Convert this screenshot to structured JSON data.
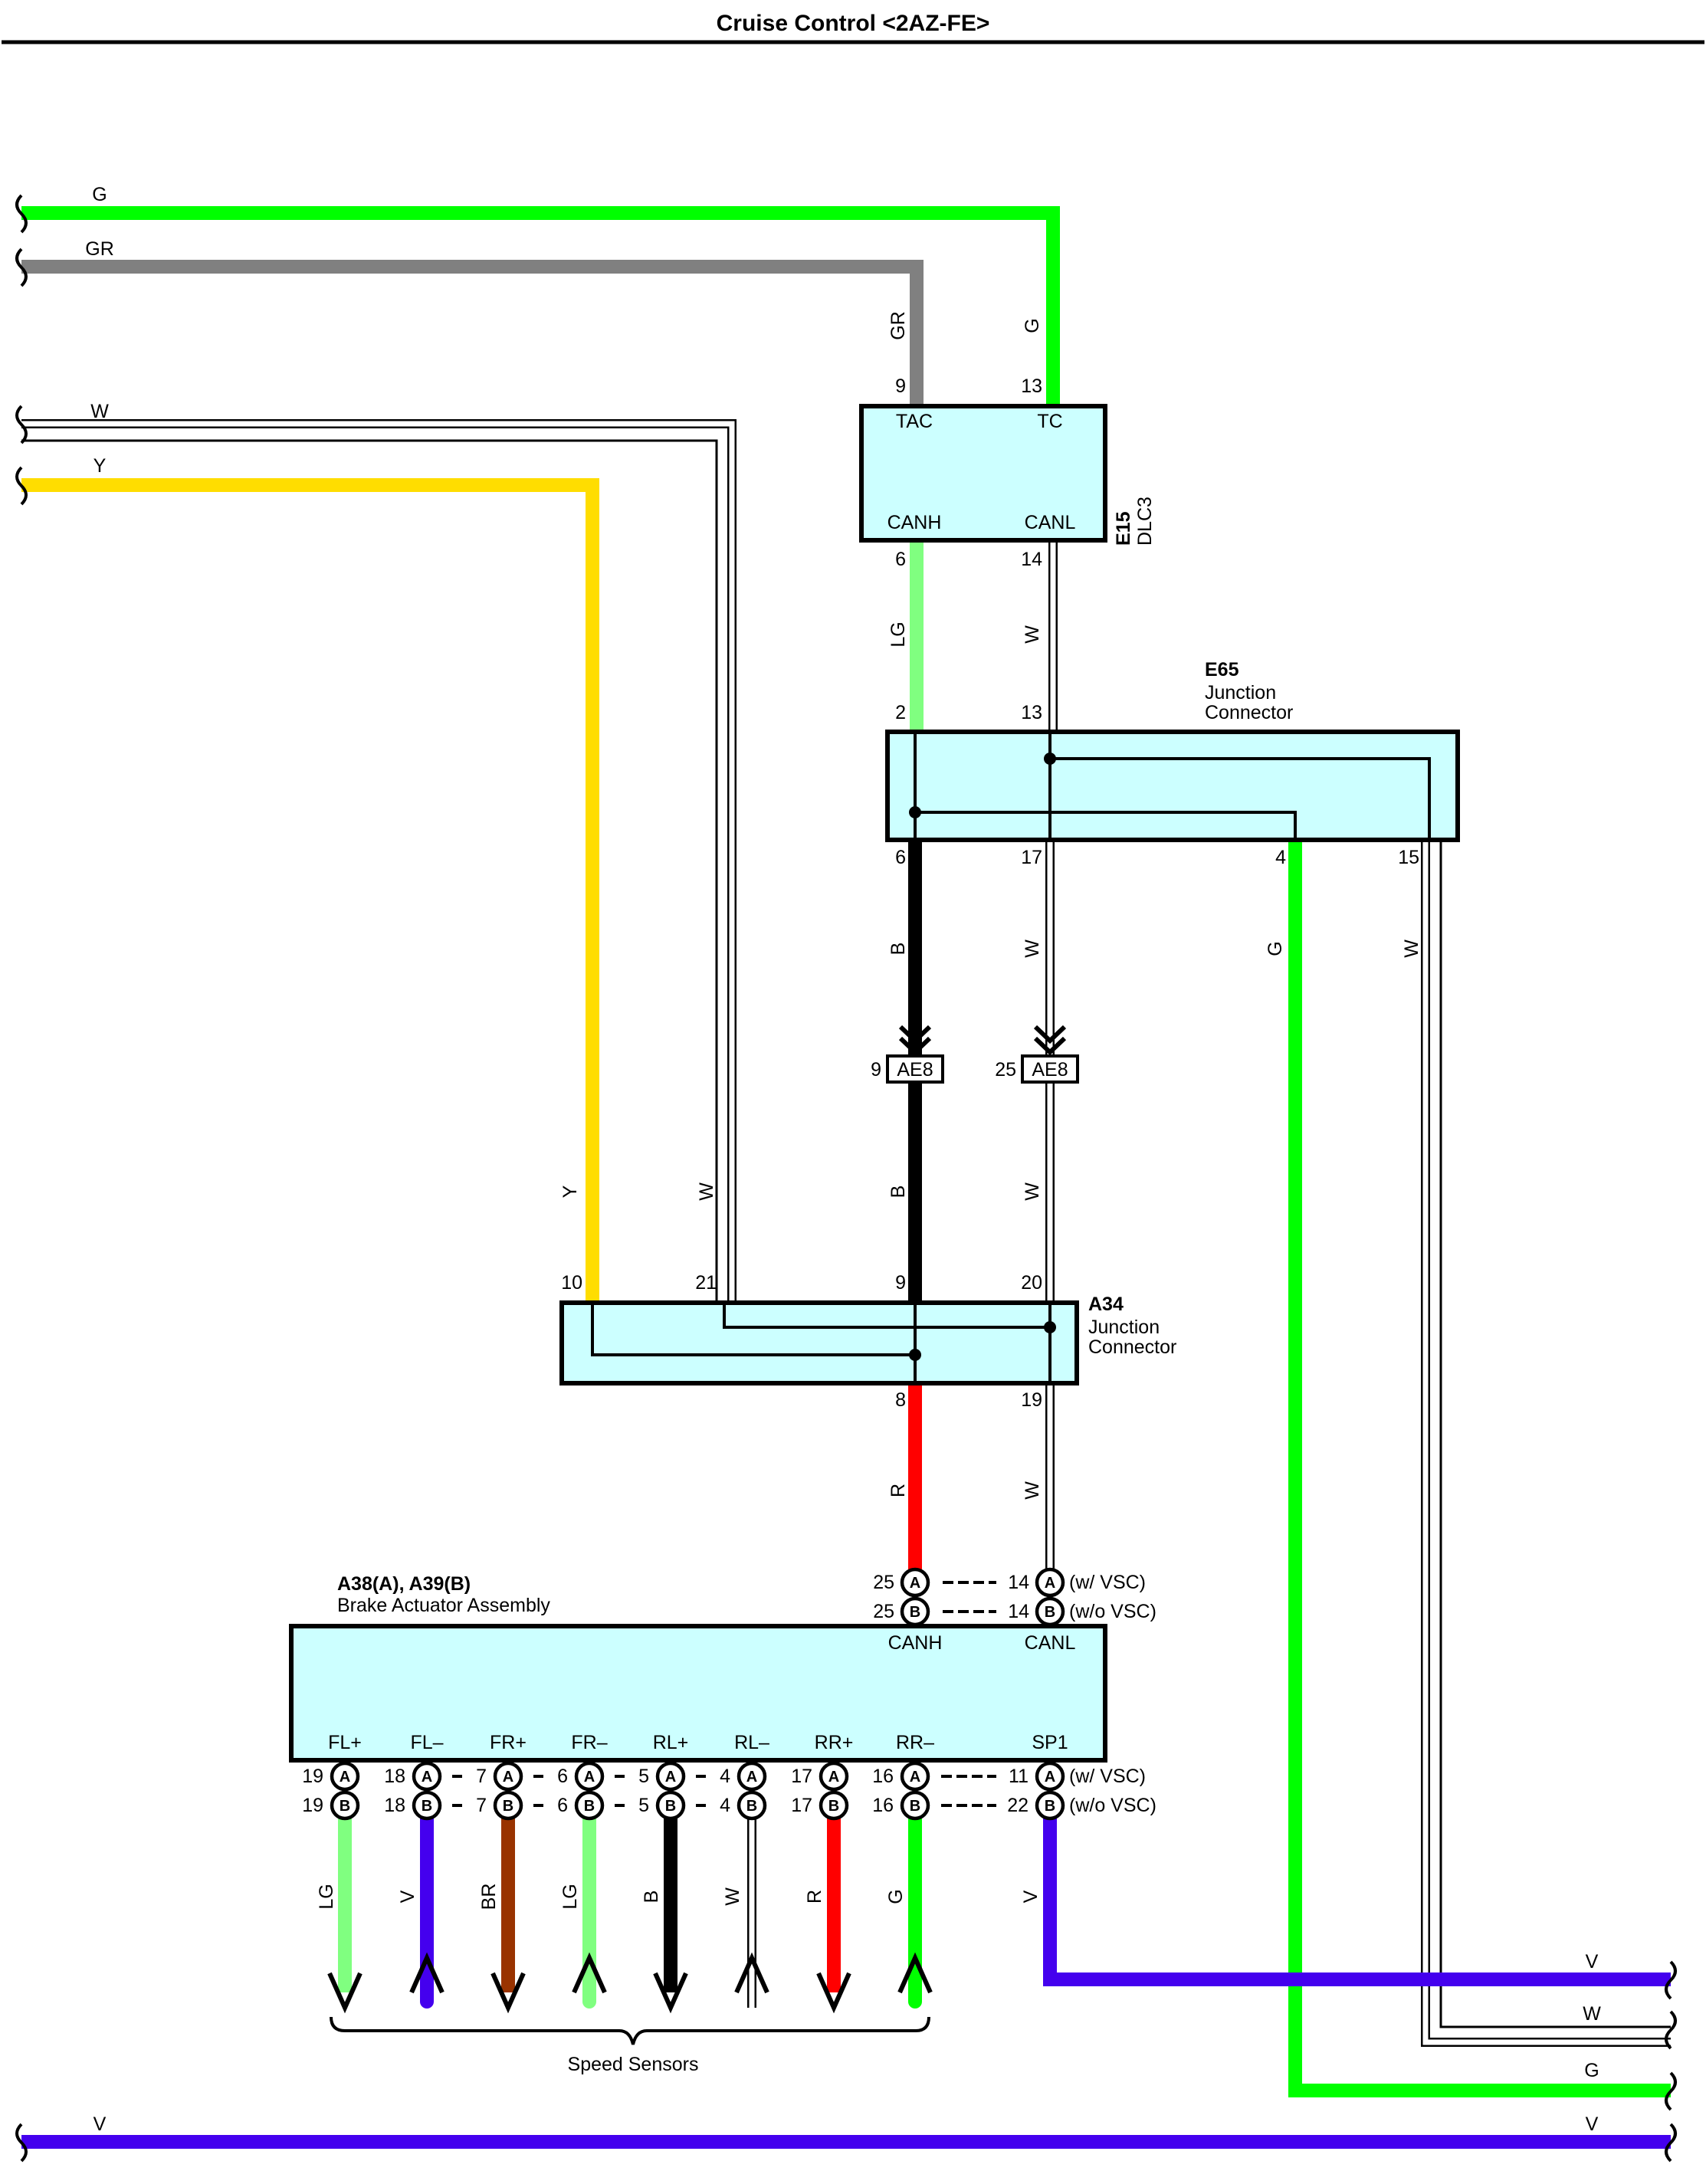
{
  "title": "Cruise Control <2AZ-FE>",
  "colors": {
    "G": "#00ff00",
    "GR": "#808080",
    "LG": "#80ff80",
    "Y": "#ffdd00",
    "B": "#000000",
    "R": "#ff0000",
    "V": "#4400ee",
    "BR": "#993300",
    "W": "#ffffff",
    "connector_fill": "#ccffff"
  },
  "left_wires": [
    {
      "label": "G"
    },
    {
      "label": "GR"
    },
    {
      "label": "W"
    },
    {
      "label": "Y"
    },
    {
      "label": "V"
    }
  ],
  "right_wires": [
    {
      "label": "V"
    },
    {
      "label": "W"
    },
    {
      "label": "G"
    },
    {
      "label": "V"
    }
  ],
  "dlc3": {
    "code": "E15",
    "name": "DLC3",
    "pins": {
      "tac": "TAC",
      "tc": "TC",
      "canh": "CANH",
      "canl": "CANL"
    },
    "pin_numbers": {
      "tac": "9",
      "tc": "13",
      "canh": "6",
      "canl": "14"
    },
    "wire_labels": {
      "tac": "GR",
      "tc": "G",
      "canh": "LG",
      "canl": "W"
    }
  },
  "e65": {
    "code": "E65",
    "line1": "Junction",
    "line2": "Connector",
    "pin_top_left": "2",
    "pin_top_right": "13",
    "pin_bottom_1": "6",
    "pin_bottom_2": "17",
    "pin_bottom_3": "4",
    "pin_bottom_4": "15",
    "wire_b_upper": "B",
    "wire_w_upper": "W",
    "wire_g": "G",
    "wire_w_right": "W"
  },
  "ae8": {
    "label_left": "AE8",
    "label_right": "AE8",
    "pin_left": "9",
    "pin_right": "25",
    "wire_b_lower": "B",
    "wire_w_lower": "W"
  },
  "a34": {
    "code": "A34",
    "line1": "Junction",
    "line2": "Connector",
    "pin_10": "10",
    "pin_21": "21",
    "pin_9": "9",
    "pin_20": "20",
    "pin_8": "8",
    "pin_19": "19",
    "wire_y": "Y",
    "wire_w": "W",
    "wire_r": "R",
    "wire_w_low": "W"
  },
  "actuator": {
    "code": "A38(A), A39(B)",
    "name": "Brake Actuator Assembly",
    "pin_canh": "CANH",
    "pin_canl": "CANL",
    "top_pins": {
      "canh_a": "25",
      "canh_b": "25",
      "canl_a": "14",
      "canl_b": "14",
      "note_a": "(w/ VSC)",
      "note_b": "(w/o VSC)"
    },
    "sp1_pins": {
      "label": "SP1",
      "a": "11",
      "b": "22",
      "note_a": "(w/ VSC)",
      "note_b": "(w/o VSC)",
      "wire": "V"
    },
    "sensors": [
      {
        "label": "FL+",
        "pin_a": "19",
        "pin_b": "19",
        "wire": "LG"
      },
      {
        "label": "FL–",
        "pin_a": "18",
        "pin_b": "18",
        "wire": "V"
      },
      {
        "label": "FR+",
        "pin_a": "7",
        "pin_b": "7",
        "wire": "BR"
      },
      {
        "label": "FR–",
        "pin_a": "6",
        "pin_b": "6",
        "wire": "LG"
      },
      {
        "label": "RL+",
        "pin_a": "5",
        "pin_b": "5",
        "wire": "B"
      },
      {
        "label": "RL–",
        "pin_a": "4",
        "pin_b": "4",
        "wire": "W"
      },
      {
        "label": "RR+",
        "pin_a": "17",
        "pin_b": "17",
        "wire": "R"
      },
      {
        "label": "RR–",
        "pin_a": "16",
        "pin_b": "16",
        "wire": "G"
      }
    ],
    "group_label": "Speed Sensors"
  },
  "connector_letters": {
    "a": "A",
    "b": "B"
  }
}
